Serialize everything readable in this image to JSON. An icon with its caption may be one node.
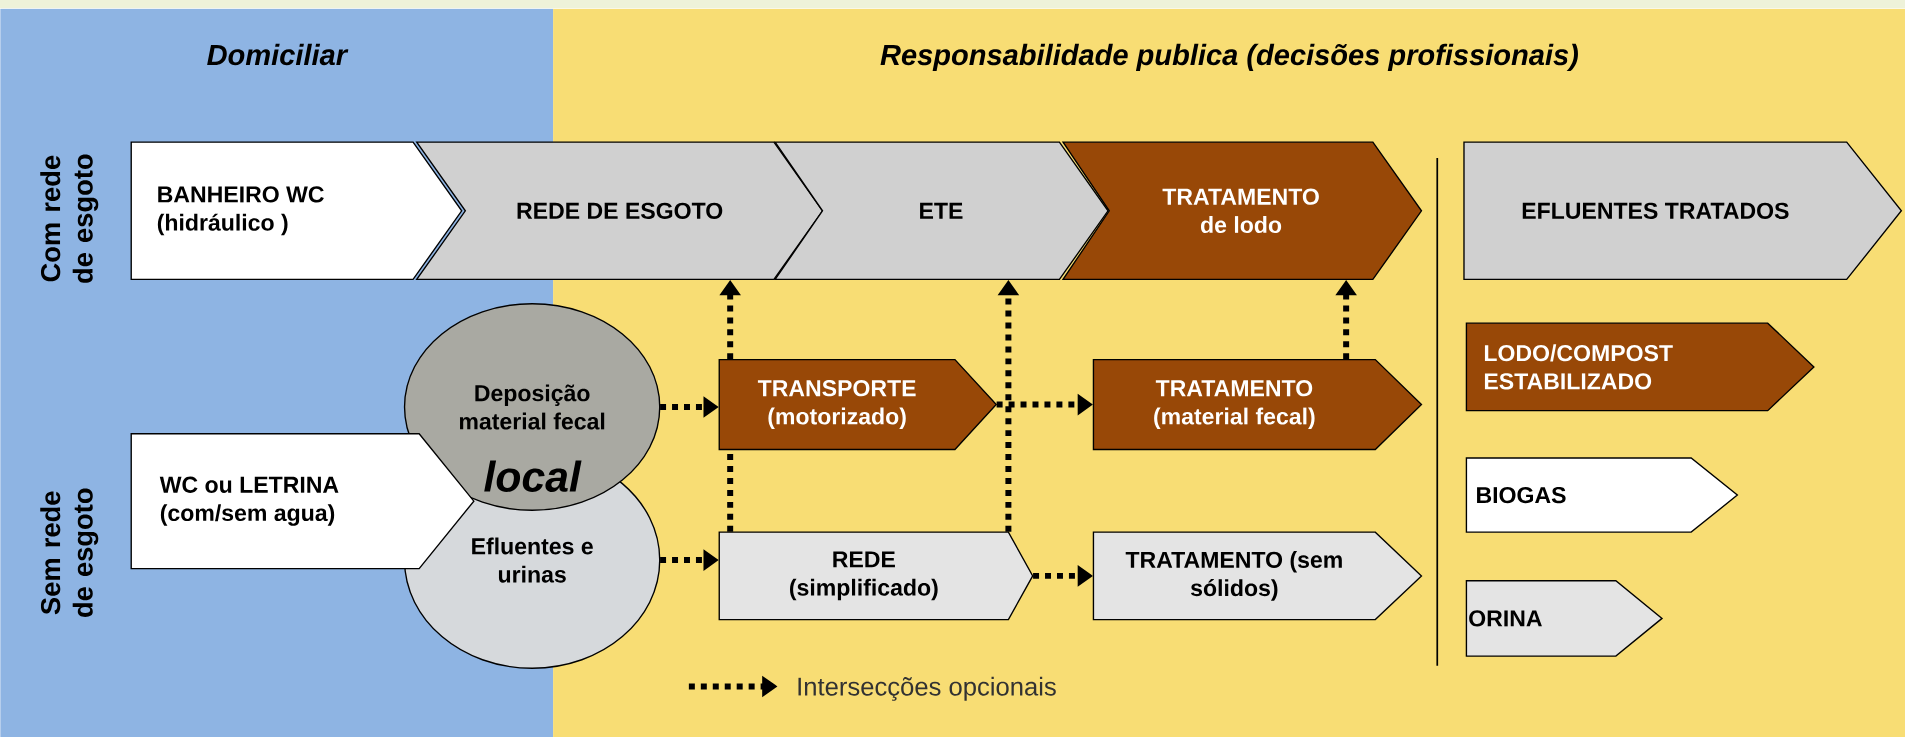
{
  "diagram": {
    "nodes": [
      {
        "text": [
          "Domiciliar"
        ]
      },
      {
        "text": [
          "Responsabilidade publica (decisões profissionais)"
        ]
      },
      {
        "text": [
          "BANHEIRO WC (hidráulico )"
        ],
        "in": 0
      },
      {
        "text": [
          "REDE DE ESGOTO"
        ]
      },
      {
        "text": [
          "ETE"
        ],
        "in": 1
      },
      {
        "text": [
          "TRATAMENTO de lodo"
        ],
        "in": 1
      },
      {
        "text": [
          "EFLUENTES TRATADOS"
        ],
        "in": 1
      },
      {
        "text": [
          "Deposição material fecal"
        ]
      },
      {
        "text": [
          "TRANSPORTE (motorizado)"
        ],
        "in": 1
      },
      {
        "text": [
          "TRATAMENTO (material fecal)"
        ],
        "in": 1
      },
      {
        "text": [
          "LODO/COMPOST ESTABILIZADO"
        ],
        "in": 1
      },
      {
        "text": [
          "WC ou LETRINA (com/sem agua)"
        ],
        "in": 0
      },
      {
        "text": [
          "Efluentes e urinas"
        ]
      },
      {
        "text": [
          "BIOGAS"
        ],
        "in": 1
      },
      {
        "text": [
          "REDE (simplificado)"
        ],
        "in": 1
      },
      {
        "text": [
          "TRATAMENTO (sem sólidos)"
        ],
        "in": 1
      },
      {
        "text": [
          "ORINA"
        ],
        "in": 1
      }
    ],
    "edges": [
      {
        "from": 7,
        "to": 8,
        "arrow": "to"
      },
      {
        "from": 12,
        "to": 14,
        "arrow": "to"
      },
      {
        "from": 8,
        "to": 9,
        "arrow": "to"
      },
      {
        "from": 14,
        "to": 15,
        "arrow": "to"
      },
      {
        "from": 14,
        "to": 8,
        "arrow": "none"
      },
      {
        "from": 8,
        "to": 3,
        "arrow": "to"
      },
      {
        "from": 14,
        "to": 4,
        "arrow": "to"
      },
      {
        "from": 9,
        "to": 5,
        "arrow": "to"
      }
    ],
    "labels": [
      "Com rede de esgoto",
      "Sem rede de esgoto",
      "local"
    ],
    "legend": [
      {
        "text": "Intersecções opcionais"
      }
    ]
  }
}
